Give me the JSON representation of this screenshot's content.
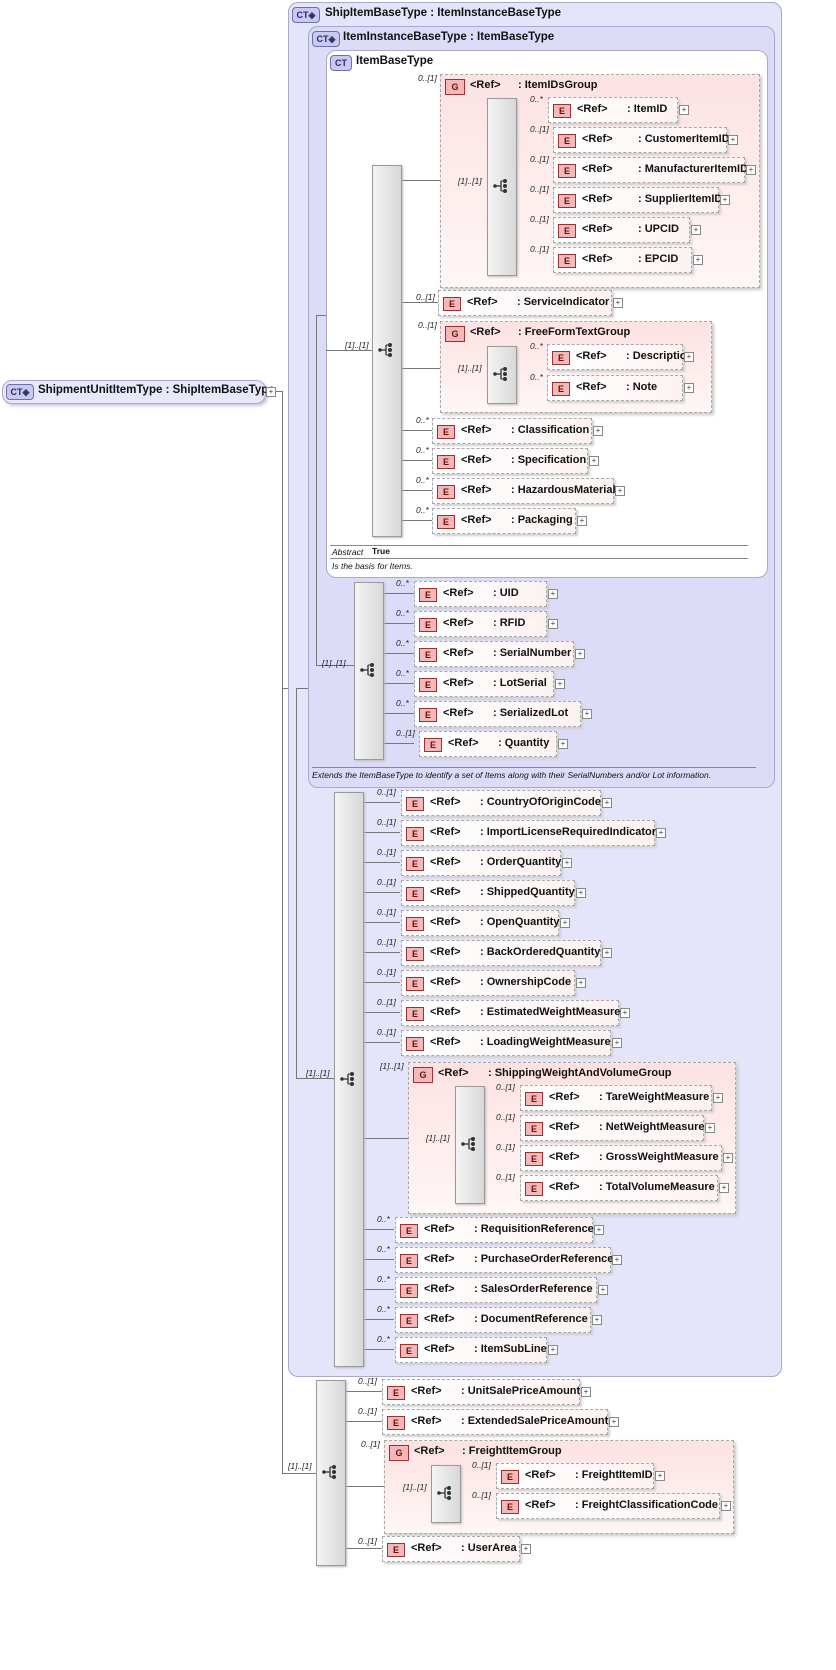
{
  "root": {
    "badge": "CT",
    "name": "ShipmentUnitItemType",
    "base": ": ShipItemBaseType"
  },
  "ship_item_base": {
    "badge": "CT",
    "name": "ShipItemBaseType",
    "base": ": ItemInstanceBaseType"
  },
  "item_instance_base": {
    "badge": "CT",
    "name": "ItemInstanceBaseType",
    "base": ": ItemBaseType",
    "doc": "Extends the ItemBaseType to identify a set of Items along with their SerialNumbers and/or Lot information."
  },
  "item_base": {
    "badge": "CT",
    "name": "ItemBaseType",
    "abstract_label": "Abstract",
    "abstract_value": "True",
    "doc": "Is the basis for Items."
  },
  "ref_label": "<Ref>",
  "elem_badge": "E",
  "group_badge": "G",
  "item_ids_group": {
    "name": ": ItemIDsGroup",
    "card": "0..[1]",
    "seq_card": "[1]..[1]",
    "items": [
      {
        "card": "0..*",
        "name": ": ItemID"
      },
      {
        "card": "0..[1]",
        "name": ": CustomerItemID"
      },
      {
        "card": "0..[1]",
        "name": ": ManufacturerItemID"
      },
      {
        "card": "0..[1]",
        "name": ": SupplierItemID"
      },
      {
        "card": "0..[1]",
        "name": ": UPCID"
      },
      {
        "card": "0..[1]",
        "name": ": EPCID"
      }
    ]
  },
  "item_base_seq_card": "[1]..[1]",
  "service_indicator": {
    "card": "0..[1]",
    "name": ": ServiceIndicator"
  },
  "free_form_group": {
    "name": ": FreeFormTextGroup",
    "card": "0..[1]",
    "seq_card": "[1]..[1]",
    "items": [
      {
        "card": "0..*",
        "name": ": Description"
      },
      {
        "card": "0..*",
        "name": ": Note"
      }
    ]
  },
  "item_base_tail": [
    {
      "card": "0..*",
      "name": ": Classification"
    },
    {
      "card": "0..*",
      "name": ": Specification"
    },
    {
      "card": "0..*",
      "name": ": HazardousMaterial"
    },
    {
      "card": "0..*",
      "name": ": Packaging"
    }
  ],
  "instance_seq_card": "[1]..[1]",
  "instance_items": [
    {
      "card": "0..*",
      "name": ": UID"
    },
    {
      "card": "0..*",
      "name": ": RFID"
    },
    {
      "card": "0..*",
      "name": ": SerialNumber"
    },
    {
      "card": "0..*",
      "name": ": LotSerial"
    },
    {
      "card": "0..*",
      "name": ": SerializedLot"
    },
    {
      "card": "0..[1]",
      "name": ": Quantity"
    }
  ],
  "ship_seq_card": "[1]..[1]",
  "ship_items_a": [
    {
      "card": "0..[1]",
      "name": ": CountryOfOriginCode"
    },
    {
      "card": "0..[1]",
      "name": ": ImportLicenseRequiredIndicator"
    },
    {
      "card": "0..[1]",
      "name": ": OrderQuantity"
    },
    {
      "card": "0..[1]",
      "name": ": ShippedQuantity"
    },
    {
      "card": "0..[1]",
      "name": ": OpenQuantity"
    },
    {
      "card": "0..[1]",
      "name": ": BackOrderedQuantity"
    },
    {
      "card": "0..[1]",
      "name": ": OwnershipCode"
    },
    {
      "card": "0..[1]",
      "name": ": EstimatedWeightMeasure"
    },
    {
      "card": "0..[1]",
      "name": ": LoadingWeightMeasure"
    }
  ],
  "weight_group": {
    "name": ": ShippingWeightAndVolumeGroup",
    "card": "[1]..[1]",
    "seq_card": "[1]..[1]",
    "items": [
      {
        "card": "0..[1]",
        "name": ": TareWeightMeasure"
      },
      {
        "card": "0..[1]",
        "name": ": NetWeightMeasure"
      },
      {
        "card": "0..[1]",
        "name": ": GrossWeightMeasure"
      },
      {
        "card": "0..[1]",
        "name": ": TotalVolumeMeasure"
      }
    ]
  },
  "ship_items_b": [
    {
      "card": "0..*",
      "name": ": RequisitionReference"
    },
    {
      "card": "0..*",
      "name": ": PurchaseOrderReference"
    },
    {
      "card": "0..*",
      "name": ": SalesOrderReference"
    },
    {
      "card": "0..*",
      "name": ": DocumentReference"
    },
    {
      "card": "0..*",
      "name": ": ItemSubLine"
    }
  ],
  "unit_seq_card": "[1]..[1]",
  "unit_items_a": [
    {
      "card": "0..[1]",
      "name": ": UnitSalePriceAmount"
    },
    {
      "card": "0..[1]",
      "name": ": ExtendedSalePriceAmount"
    }
  ],
  "freight_group": {
    "name": ": FreightItemGroup",
    "card": "0..[1]",
    "seq_card": "[1]..[1]",
    "items": [
      {
        "card": "0..[1]",
        "name": ": FreightItemID"
      },
      {
        "card": "0..[1]",
        "name": ": FreightClassificationCode"
      }
    ]
  },
  "user_area": {
    "card": "0..[1]",
    "name": ": UserArea"
  }
}
